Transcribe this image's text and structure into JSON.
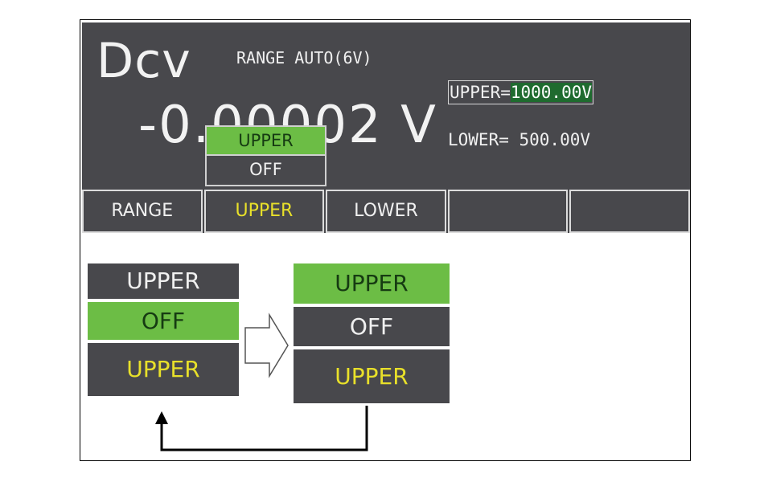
{
  "display": {
    "mode": "Dcv",
    "range_status": "RANGE AUTO(6V)",
    "reading": "-0.00002 V",
    "upper_label": "UPPER=",
    "upper_value": "1000.00V",
    "lower_text": "LOWER= 500.00V"
  },
  "popup": {
    "options": [
      {
        "label": "UPPER",
        "selected": true
      },
      {
        "label": "OFF",
        "selected": false
      }
    ]
  },
  "softkeys": [
    "RANGE",
    "UPPER",
    "LOWER",
    "",
    ""
  ],
  "softkey_active": "UPPER",
  "diagram": {
    "before": [
      "UPPER",
      "OFF",
      "UPPER"
    ],
    "before_selected": "OFF",
    "after": [
      "UPPER",
      "OFF",
      "UPPER"
    ],
    "after_selected": "UPPER"
  },
  "colors": {
    "screen_bg": "#48484c",
    "selection_green": "#6cbd45",
    "active_yellow": "#e8e02a",
    "value_highlight": "#1f6b2f"
  }
}
